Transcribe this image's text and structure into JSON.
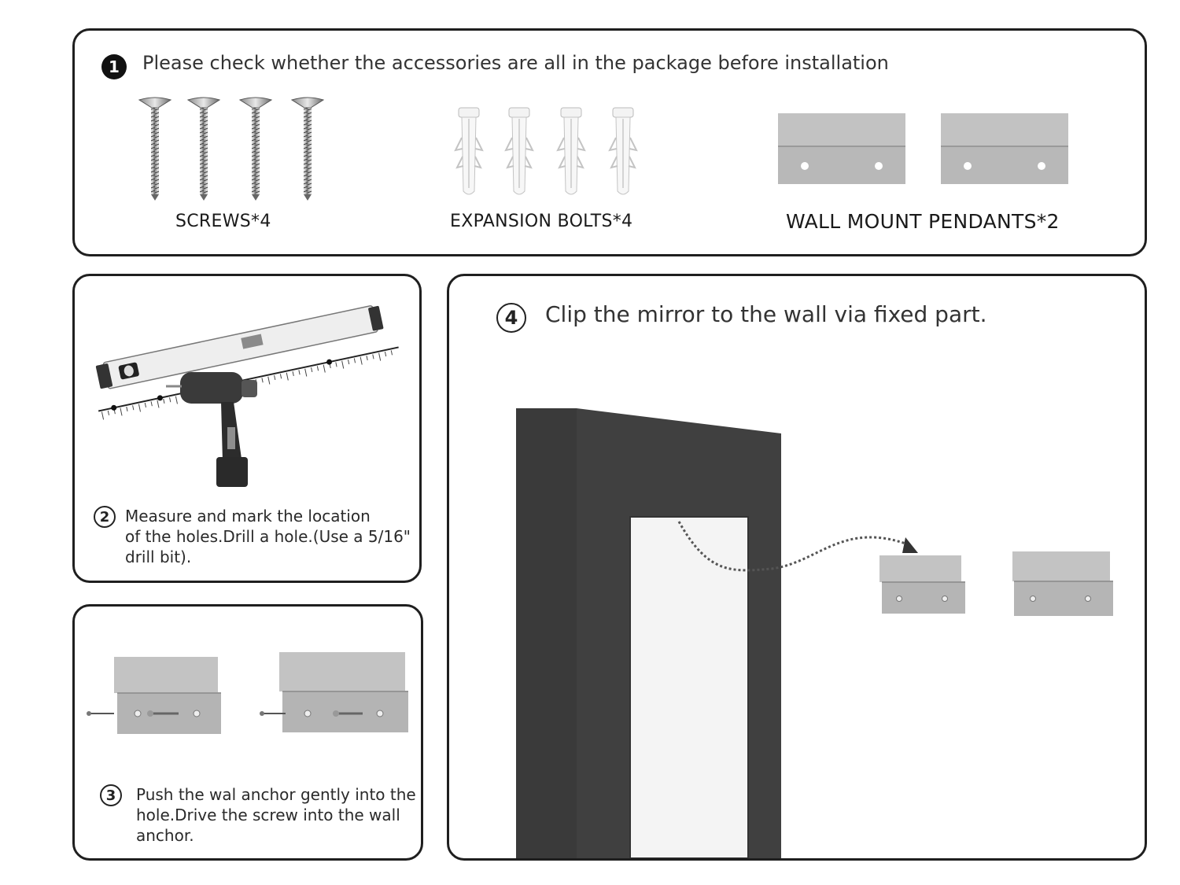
{
  "step1": {
    "number": "1",
    "heading": "Please check whether the accessories are all in the package before installation",
    "items": [
      {
        "label": "SCREWS*4"
      },
      {
        "label": "EXPANSION BOLTS*4"
      },
      {
        "label": "WALL MOUNT PENDANTS*2"
      }
    ]
  },
  "step2": {
    "number": "2",
    "text": "Measure and mark the location\nof the holes.Drill a hole.(Use a 5/16\"\ndrill bit)."
  },
  "step3": {
    "number": "3",
    "text": "Push the wal anchor gently into the\nhole.Drive the screw into the wall\nanchor."
  },
  "step4": {
    "number": "4",
    "text": "Clip the mirror to the wall via fixed part."
  },
  "colors": {
    "border": "#1f1f1f",
    "metal_gray": "#b9b9b9",
    "mirror_frame": "#3c3c3c"
  },
  "icons": [
    "screw-icon",
    "expansion-bolt-icon",
    "wall-pendant-icon",
    "spirit-level-icon",
    "drill-icon",
    "ruler-icon",
    "mirror-icon",
    "arrow-icon"
  ]
}
